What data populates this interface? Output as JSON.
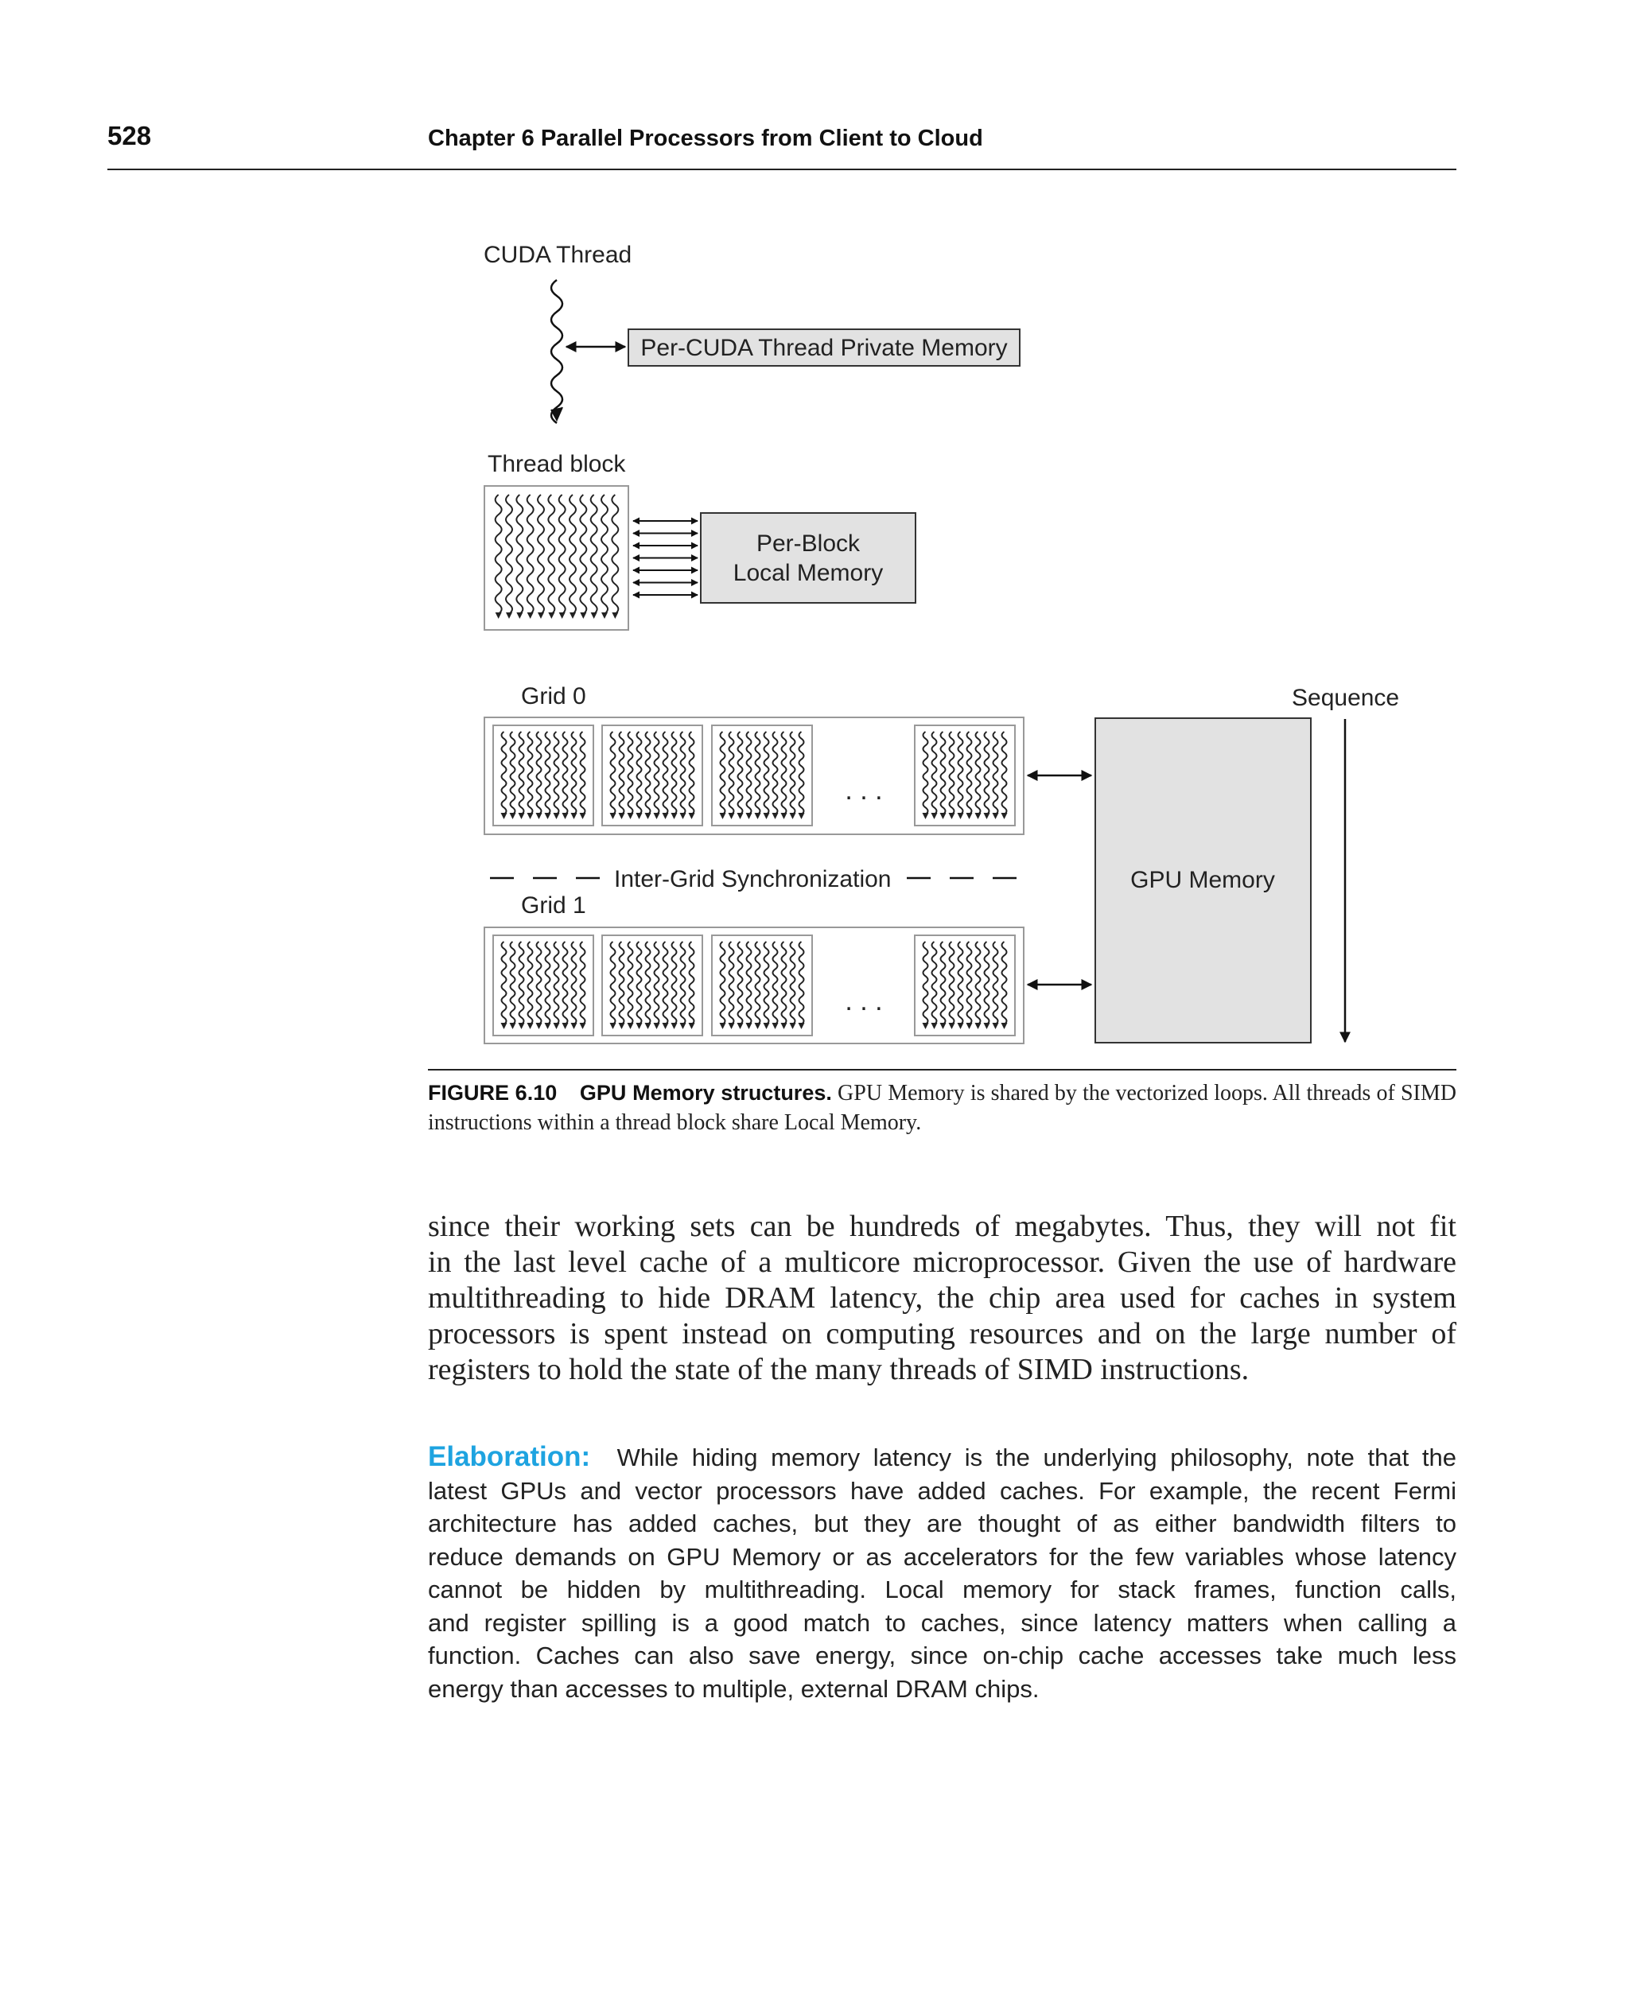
{
  "header": {
    "page_number": "528",
    "chapter_title": "Chapter 6   Parallel Processors from Client to Cloud"
  },
  "figure": {
    "cuda_thread_label": "CUDA Thread",
    "private_memory_label": "Per-CUDA Thread Private Memory",
    "thread_block_label": "Thread block",
    "per_block_line1": "Per-Block",
    "per_block_line2": "Local Memory",
    "grid0_label": "Grid 0",
    "grid1_label": "Grid 1",
    "sequence_label": "Sequence",
    "sync_label": "Inter-Grid Synchronization",
    "gpu_memory_label": "GPU Memory",
    "ellipsis": ". . ."
  },
  "caption": {
    "label": "FIGURE 6.10",
    "heading": "GPU Memory structures.",
    "text": "GPU Memory is shared by the vectorized loops. All threads of SIMD instructions within a thread block share Local Memory."
  },
  "body_lines": [
    "since their working sets can be hundreds of megabytes. Thus, they will not fit",
    "in the last level cache of a multicore microprocessor. Given the use of hardware",
    "multithreading to hide DRAM latency, the chip area used for caches in system",
    "processors is spent instead on computing resources and on the large number of",
    "registers to hold the state of the many threads of SIMD instructions."
  ],
  "elaboration": {
    "heading": "Elaboration:",
    "lines": [
      "While hiding memory latency is the underlying philosophy, note that the",
      "latest GPUs and vector processors have added caches. For example, the recent Fermi",
      "architecture has added caches, but they are thought of as either bandwidth filters to",
      "reduce demands on GPU Memory or as accelerators for the few variables whose latency",
      "cannot be hidden by multithreading. Local memory for stack frames, function calls,",
      "and register spilling is a good match to caches, since latency matters when calling a",
      "function. Caches can also save energy, since on-chip cache accesses take much less",
      "energy than accesses to multiple, external DRAM chips."
    ]
  }
}
